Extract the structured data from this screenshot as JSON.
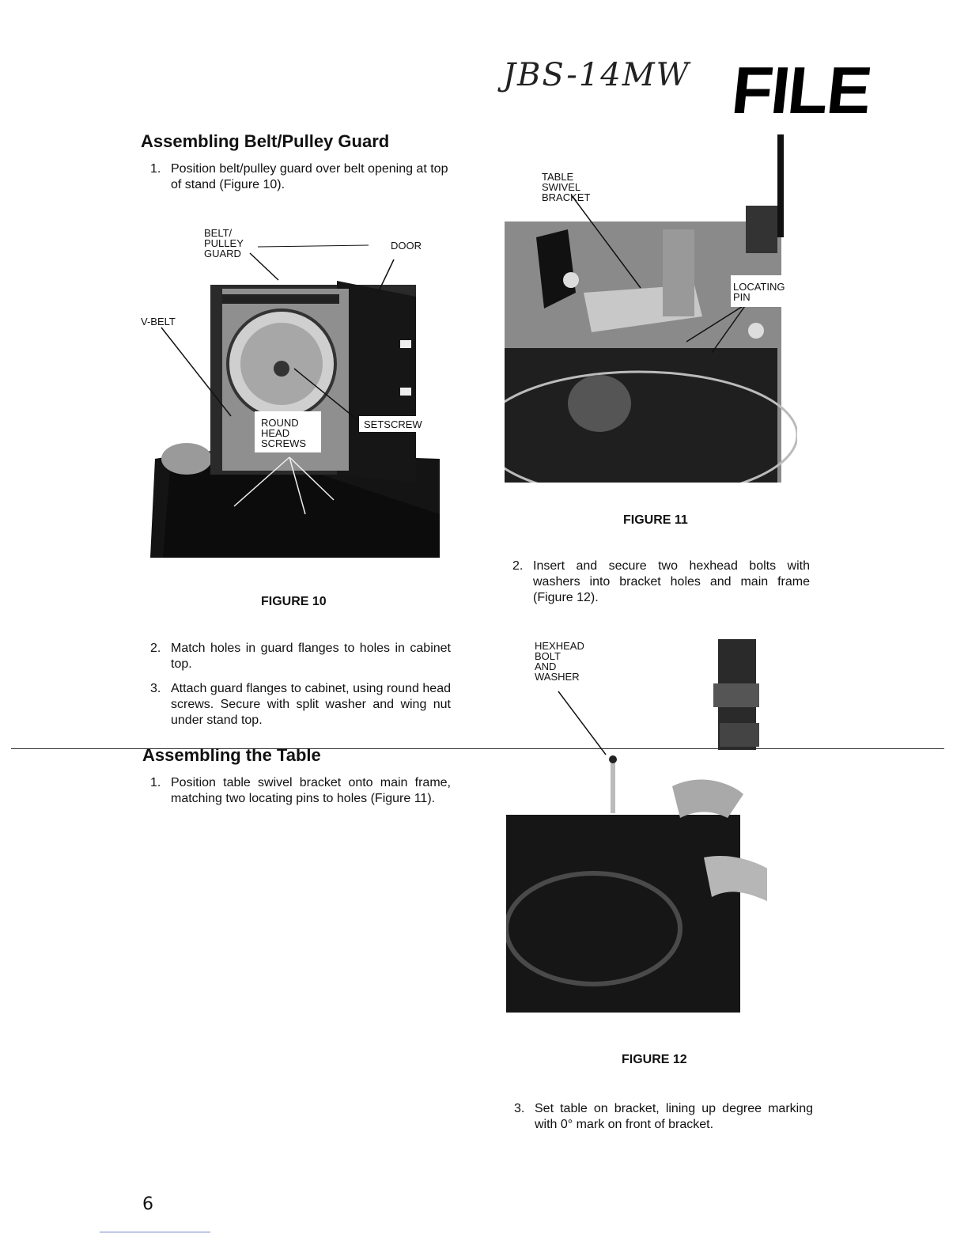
{
  "header": {
    "handwritten_note": "JBS-14MW",
    "stamp": "FILE"
  },
  "section1": {
    "heading": "Assembling Belt/Pulley Guard",
    "steps": [
      {
        "num": "1.",
        "text": "Position belt/pulley guard over belt opening at top of stand (Figure 10)."
      },
      {
        "num": "2.",
        "text": "Match holes in guard flanges to holes in cabinet top."
      },
      {
        "num": "3.",
        "text": "Attach guard flanges to cabinet, using round head screws. Secure with split washer and wing nut under stand top."
      }
    ]
  },
  "figure10": {
    "caption": "FIGURE 10",
    "labels": {
      "belt_pulley_guard": "BELT/\nPULLEY\nGUARD",
      "door": "DOOR",
      "v_belt": "V-BELT",
      "round_head_screws": "ROUND\nHEAD\nSCREWS",
      "setscrew": "SETSCREW"
    }
  },
  "section2": {
    "heading": "Assembling the Table",
    "steps": [
      {
        "num": "1.",
        "text": "Position table swivel bracket onto main frame, matching two locating pins to holes (Figure 11)."
      }
    ]
  },
  "figure11": {
    "caption": "FIGURE 11",
    "labels": {
      "table_swivel_bracket": "TABLE\nSWIVEL\nBRACKET",
      "locating_pin": "LOCATING\nPIN"
    }
  },
  "right_steps": [
    {
      "num": "2.",
      "text": "Insert and secure two hexhead bolts with washers into bracket holes and main frame (Figure 12)."
    },
    {
      "num": "3.",
      "text": "Set table on bracket, lining up degree marking with 0° mark on front of bracket."
    }
  ],
  "figure12": {
    "caption": "FIGURE 12",
    "labels": {
      "hexhead_bolt_washer": "HEXHEAD\nBOLT\nAND\nWASHER"
    }
  },
  "footer": {
    "page_number": "6"
  }
}
